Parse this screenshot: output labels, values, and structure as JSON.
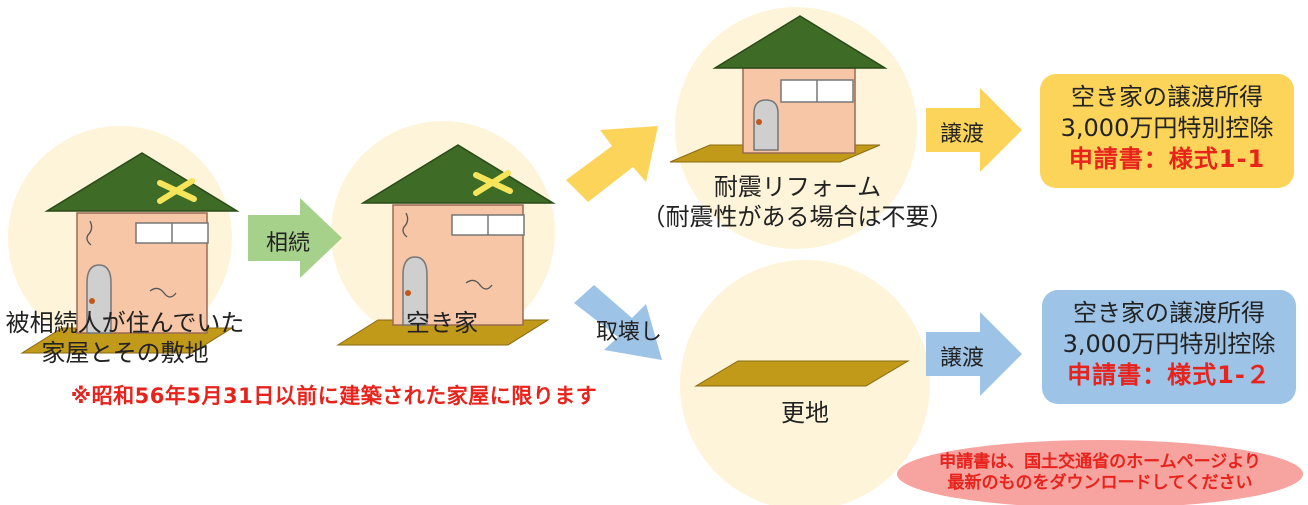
{
  "colors": {
    "circle": "#fdf4d9",
    "roof": "#3e6b26",
    "wall": "#f6c6a7",
    "ground": "#c29a1a",
    "arrow_green": "#a5d18a",
    "arrow_yellow": "#fcd45a",
    "arrow_blue": "#9dc3e6",
    "box_yellow": "#fcd45a",
    "box_blue": "#9dc3e6",
    "note_pink": "#f7a3a0",
    "red_text": "#e8231c"
  },
  "nodes": {
    "original": {
      "label_line1": "被相続人が住んでいた",
      "label_line2": "家屋とその敷地"
    },
    "vacant": {
      "label": "空き家"
    },
    "reform": {
      "label_line1": "耐震リフォーム",
      "label_line2": "（耐震性がある場合は不要）"
    },
    "vacant_land": {
      "label": "更地"
    }
  },
  "arrows": {
    "inherit": "相続",
    "demolish": "取壊し",
    "transfer_top": "譲渡",
    "transfer_bottom": "譲渡"
  },
  "results": {
    "top": {
      "line1": "空き家の譲渡所得",
      "line2": "3,000万円特別控除",
      "form": "申請書：様式1-1"
    },
    "bottom": {
      "line1": "空き家の譲渡所得",
      "line2": "3,000万円特別控除",
      "form": "申請書：様式1-２"
    }
  },
  "warning": "※昭和56年5月31日以前に建築された家屋に限ります",
  "note": {
    "line1": "申請書は、国土交通省のホームページより",
    "line2": "最新のものをダウンロードしてください"
  }
}
